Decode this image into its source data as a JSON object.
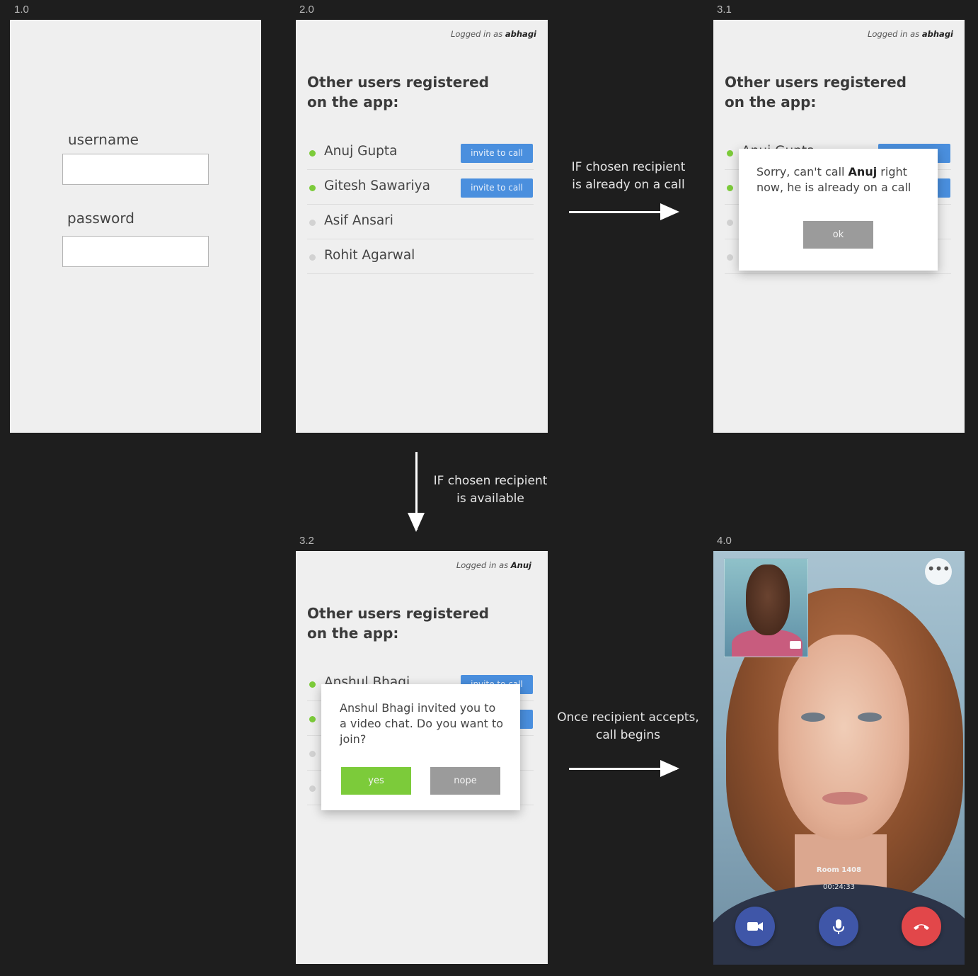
{
  "frames": {
    "f1_label": "1.0",
    "f2_label": "2.0",
    "f3_label": "3.1",
    "f4_label": "3.2",
    "f5_label": "4.0"
  },
  "login": {
    "username_label": "username",
    "password_label": "password",
    "username_value": "",
    "password_value": ""
  },
  "list_screen": {
    "title_line1": "Other users registered",
    "title_line2": "on the app:",
    "logged_prefix": "Logged in as",
    "logged_user": "abhagi",
    "users": [
      {
        "name": "Anuj Gupta",
        "online": true,
        "button": "invite to call"
      },
      {
        "name": "Gitesh Sawariya",
        "online": true,
        "button": "invite to call"
      },
      {
        "name": "Asif Ansari",
        "online": false,
        "button": ""
      },
      {
        "name": "Rohit Agarwal",
        "online": false,
        "button": ""
      }
    ]
  },
  "busy_screen": {
    "logged_prefix": "Logged in as",
    "logged_user": "abhagi",
    "title_line1": "Other users registered",
    "title_line2": "on the app:",
    "hidden_first_user": "Anuj Gupta",
    "dialog_pre": "Sorry, can't call ",
    "dialog_name": "Anuj",
    "dialog_post_line1": " right",
    "dialog_line2": "now, he is already on a call",
    "ok_label": "ok"
  },
  "invite_screen": {
    "logged_prefix": "Logged in as",
    "logged_user": "Anuj",
    "title_line1": "Other users registered",
    "title_line2": "on the app:",
    "first_user": "Anshul Bhagi",
    "dialog_line1": "Anshul Bhagi invited you to",
    "dialog_line2": "a video chat. Do you want to",
    "dialog_line3": "join?",
    "yes_label": "yes",
    "nope_label": "nope",
    "button_label": "invite to call"
  },
  "flow": {
    "busy_line1": "IF chosen recipient",
    "busy_line2": "is already on a call",
    "available_line1": "IF chosen recipient",
    "available_line2": "is available",
    "accept_line1": "Once recipient accepts,",
    "accept_line2": "call begins"
  },
  "call_screen": {
    "room": "Room 1408",
    "timer": "00:24:33",
    "more_glyph": "•••",
    "icons": [
      "video-camera-icon",
      "microphone-icon",
      "end-call-icon"
    ]
  },
  "colors": {
    "background": "#1e1e1e",
    "frame": "#efefef",
    "invite_blue": "#4a8fde",
    "online_green": "#7ccb3a",
    "offline_gray": "#d2d2d2",
    "ok_gray": "#9b9b9b",
    "end_call_red": "#e2474a",
    "call_blue": "#3f56a8"
  }
}
